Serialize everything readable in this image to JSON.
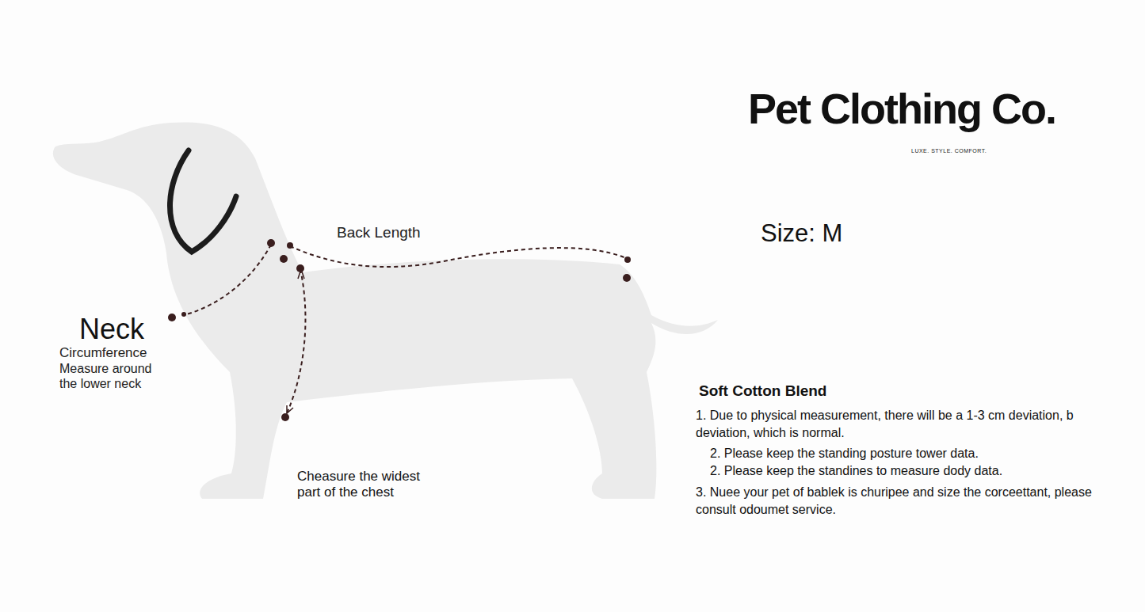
{
  "diagram": {
    "title": "Pet Clothing Co.",
    "labels": [
      "LUXE. STYLE. COMFORT.",
      "Back Length",
      "Size: M",
      "Neck",
      "Circumference",
      "Measure around the lower neck",
      "Cheasure the widest part of the chest",
      "Soft Cotton Blend",
      "1. Due to physical measurement, there will be a 1-3 cm deviation, b deviation, which is normal.",
      "2. Please keep the standing posture tower data.",
      "2. Please keep the standines to measure dody data.",
      "3. Nuee your pet of bablek is churipee and size the corceettant, please consult odoumet service."
    ]
  }
}
